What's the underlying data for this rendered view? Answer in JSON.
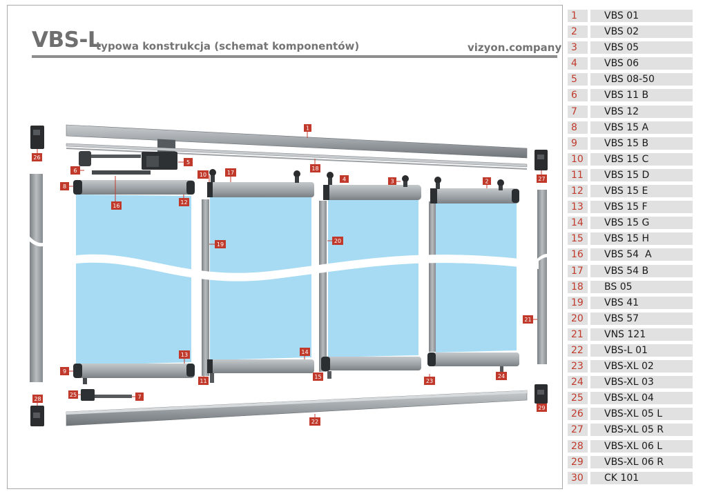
{
  "header": {
    "title": "VBS-L",
    "subtitle": "typowa konstrukcja (schemat komponentów)",
    "brand": "vizyon.company"
  },
  "colors": {
    "accent": "#c0392b",
    "glass": "#a7dbf4",
    "profile": "#9aa0a4",
    "title_gray": "#6f6f6f",
    "legend_bg": "#e1e1e1"
  },
  "callouts": [
    "1",
    "2",
    "3",
    "4",
    "5",
    "6",
    "7",
    "8",
    "9",
    "10",
    "11",
    "12",
    "13",
    "14",
    "15",
    "16",
    "17",
    "18",
    "19",
    "20",
    "21",
    "22",
    "23",
    "24",
    "25",
    "26",
    "27",
    "28",
    "29"
  ],
  "legend": [
    {
      "num": "1",
      "name": "VBS 01"
    },
    {
      "num": "2",
      "name": "VBS 02"
    },
    {
      "num": "3",
      "name": "VBS 05"
    },
    {
      "num": "4",
      "name": "VBS 06"
    },
    {
      "num": "5",
      "name": "VBS 08-50"
    },
    {
      "num": "6",
      "name": "VBS 11 B"
    },
    {
      "num": "7",
      "name": "VBS 12"
    },
    {
      "num": "8",
      "name": "VBS 15 A"
    },
    {
      "num": "9",
      "name": "VBS 15 B"
    },
    {
      "num": "10",
      "name": "VBS 15 C"
    },
    {
      "num": "11",
      "name": "VBS 15 D"
    },
    {
      "num": "12",
      "name": "VBS 15 E"
    },
    {
      "num": "13",
      "name": "VBS 15 F"
    },
    {
      "num": "14",
      "name": "VBS 15 G"
    },
    {
      "num": "15",
      "name": "VBS 15 H"
    },
    {
      "num": "16",
      "name": "VBS 54  A"
    },
    {
      "num": "17",
      "name": "VBS 54 B"
    },
    {
      "num": "18",
      "name": "BS 05"
    },
    {
      "num": "19",
      "name": "VBS 41"
    },
    {
      "num": "20",
      "name": "VBS 57"
    },
    {
      "num": "21",
      "name": "VNS 121"
    },
    {
      "num": "22",
      "name": "VBS-L 01"
    },
    {
      "num": "23",
      "name": "VBS-XL 02"
    },
    {
      "num": "24",
      "name": "VBS-XL 03"
    },
    {
      "num": "25",
      "name": "VBS-XL 04"
    },
    {
      "num": "26",
      "name": "VBS-XL 05 L"
    },
    {
      "num": "27",
      "name": "VBS-XL 05 R"
    },
    {
      "num": "28",
      "name": "VBS-XL 06 L"
    },
    {
      "num": "29",
      "name": "VBS-XL 06 R"
    },
    {
      "num": "30",
      "name": "CK 101"
    }
  ]
}
